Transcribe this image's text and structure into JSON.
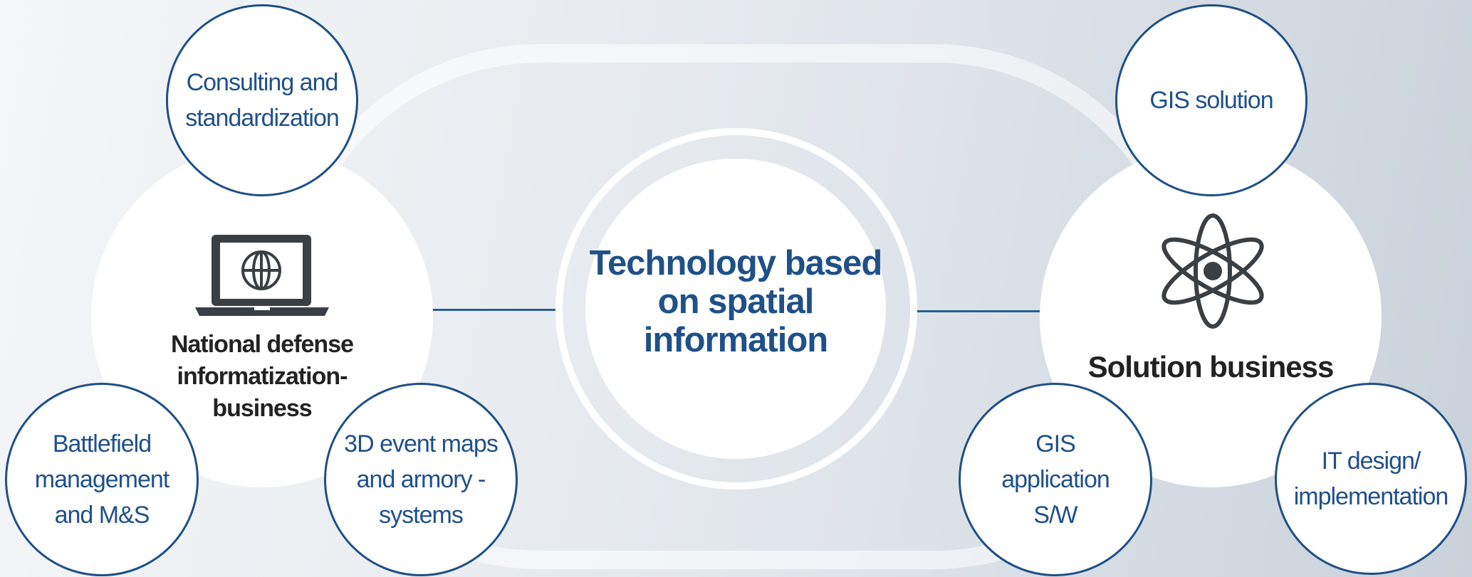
{
  "center": {
    "title": "Technology based on spatial information"
  },
  "left": {
    "title": "National defense informatization-business",
    "icon": "laptop-globe-icon",
    "bubbles": {
      "top": "Consulting and standardization",
      "bottom_left": "Battlefield management and M&S",
      "bottom_right": "3D event maps and armory - systems"
    }
  },
  "right": {
    "title": "Solution business",
    "icon": "atom-icon",
    "bubbles": {
      "top": "GIS solution",
      "bottom_left": "GIS application S/W",
      "bottom_right": "IT design/ implementation"
    }
  },
  "colors": {
    "primary": "#1f5089",
    "text_dark": "#222222",
    "background": "#e6eaee"
  }
}
